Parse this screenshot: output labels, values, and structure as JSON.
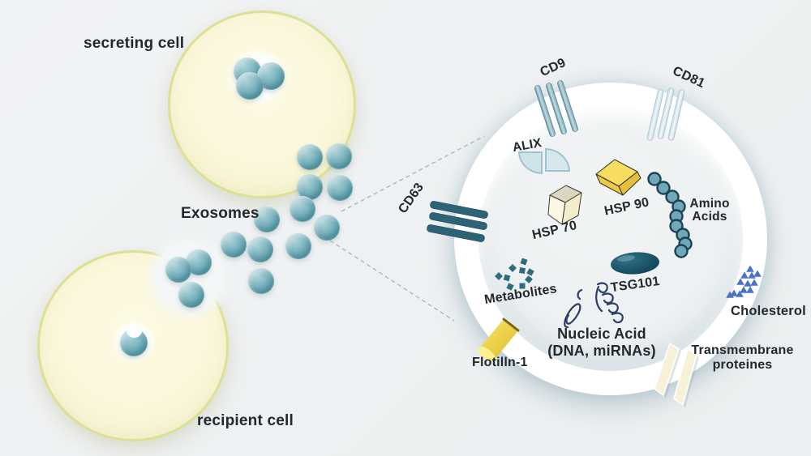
{
  "labels": {
    "secreting_cell": "secreting cell",
    "exosomes": "Exosomes",
    "recipient_cell": "recipient cell",
    "cd9": "CD9",
    "cd81": "CD81",
    "cd63": "CD63",
    "alix": "ALIX",
    "hsp90": "HSP 90",
    "hsp70": "HSP 70",
    "amino1": "Amino",
    "amino2": "Acids",
    "tsg101": "TSG101",
    "metabolites": "Metabolites",
    "nucleic1": "Nucleic Acid",
    "nucleic2": "(DNA, miRNAs)",
    "cholesterol": "Cholesterol",
    "flotillin": "Flotilln-1",
    "transmembrane1": "Transmembrane",
    "transmembrane2": "proteines"
  },
  "colors": {
    "background": "#eff1f2",
    "cell_fill": "#faf7d8",
    "cell_border": "#dce093",
    "exosome_teal": "#6aa7b5",
    "membrane_glow": "#c7dfe6",
    "lumen_fill": "#edf0f1",
    "text": "#23272e",
    "cd9_bar": "#7fa8b5",
    "cd81_bar": "#dde9ef",
    "cd63_bar": "#2c6375",
    "alix_blue": "#cfe3ea",
    "hsp90_yellow": "#f6da5c",
    "hsp70_cream": "#fbf5dd",
    "amino_teal": "#6fa9b7",
    "tsg101_teal": "#11495c",
    "metabolite_teal": "#2c6e7f",
    "nucleic_navy": "#2b3e68",
    "cholesterol_blue": "#4a72c8",
    "flotillin_yellow": "#f2d94e",
    "transmembrane_cream": "#f6f0d6",
    "dashed_line": "#a3b8c0"
  }
}
